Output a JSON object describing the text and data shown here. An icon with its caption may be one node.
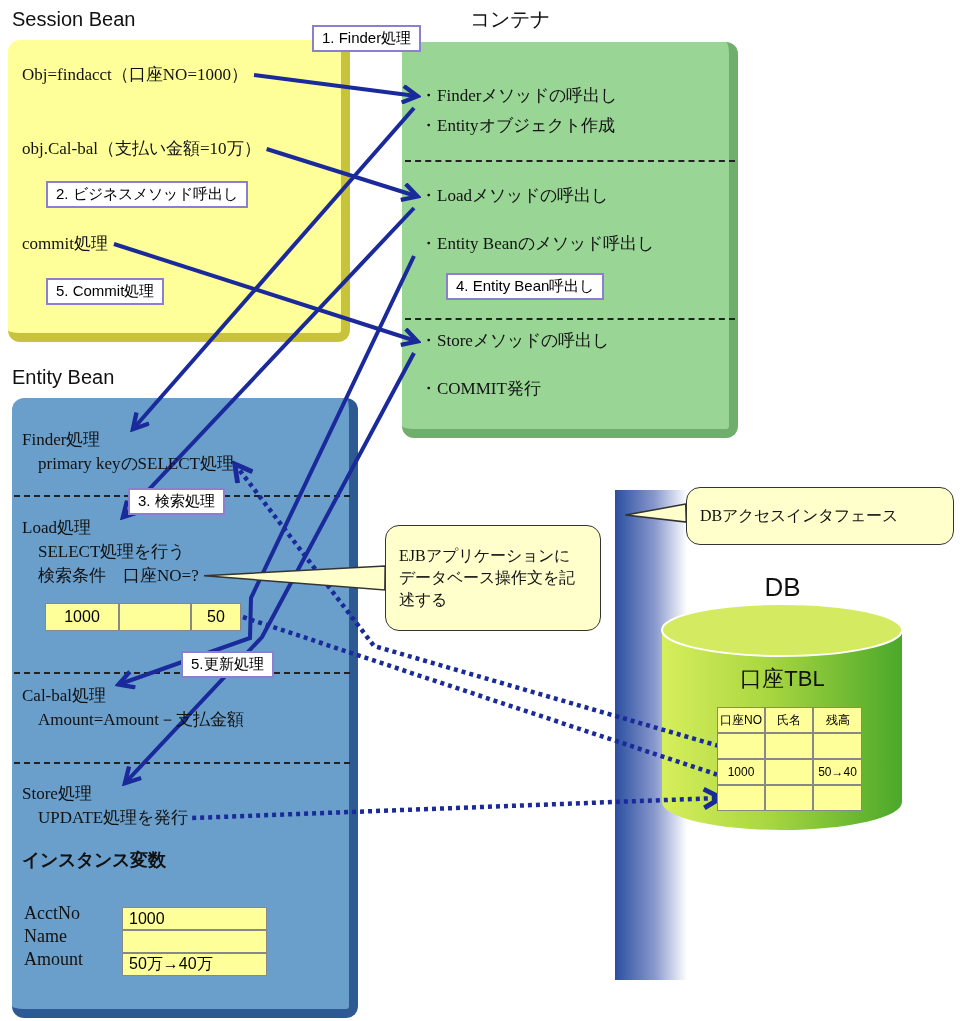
{
  "diagram": {
    "nodes": [
      {
        "text": [
          "Session Bean"
        ]
      },
      {
        "text": [
          "Obj=findacct（口座NO=1000）"
        ],
        "in": 0
      },
      {
        "text": [
          "obj.Cal-bal（支払い金額=10万）"
        ],
        "in": 0
      },
      {
        "text": [
          "commit処理"
        ],
        "in": 0
      },
      {
        "text": [
          "コンテナ"
        ]
      },
      {
        "text": [
          "・Finderメソッドの呼出し"
        ],
        "in": 4
      },
      {
        "text": [
          "・Entityオブジェクト作成"
        ],
        "in": 4
      },
      {
        "text": [
          "・Loadメソッドの呼出し"
        ],
        "in": 4
      },
      {
        "text": [
          "・Entity Beanのメソッド呼出し"
        ],
        "in": 4
      },
      {
        "text": [
          "・Storeメソッドの呼出し"
        ],
        "in": 4
      },
      {
        "text": [
          "・COMMIT発行"
        ],
        "in": 4
      },
      {
        "text": [
          "Entity Bean"
        ]
      },
      {
        "text": [
          "Finder処理",
          "primary keyのSELECT処理"
        ],
        "in": 11
      },
      {
        "text": [
          "Load処理",
          "SELECT処理を行う",
          "検索条件　口座NO=?"
        ],
        "in": 11
      },
      {
        "text": [
          "1000",
          "50"
        ],
        "in": 11
      },
      {
        "text": [
          "Cal-bal処理",
          "Amount=Amount－支払金額"
        ],
        "in": 11
      },
      {
        "text": [
          "Store処理",
          "UPDATE処理を発行"
        ],
        "in": 11
      },
      {
        "text": [
          "DBアクセスインタフェース"
        ]
      },
      {
        "text": [
          "EJBアプリケーションにデータベース操作文を記述する"
        ]
      },
      {
        "text": [
          "DB",
          "口座TBL"
        ]
      },
      {
        "text": [
          "口座NO",
          "氏名",
          "残高"
        ],
        "in": 19
      },
      {
        "text": [],
        "shape": "box",
        "in": 19
      },
      {
        "text": [
          "1000",
          "50→40"
        ],
        "in": 19
      },
      {
        "text": [],
        "shape": "box",
        "in": 19
      }
    ],
    "edges": [
      {
        "from": 1,
        "to": 5,
        "arrow": "to",
        "label": "1. Finder処理"
      },
      {
        "from": 2,
        "to": 7,
        "arrow": "to",
        "label": "2. ビジネスメソッド呼出し"
      },
      {
        "from": 3,
        "to": 9,
        "arrow": "to",
        "label": "5. Commit処理"
      },
      {
        "from": 5,
        "to": 12,
        "arrow": "to"
      },
      {
        "from": 7,
        "to": 13,
        "arrow": "to",
        "label": "3. 検索処理"
      },
      {
        "from": 8,
        "to": 15,
        "arrow": "to",
        "label": "4. Entity Bean呼出し"
      },
      {
        "from": 9,
        "to": 16,
        "arrow": "to",
        "label": "5.更新処理"
      },
      {
        "from": 21,
        "to": 12,
        "arrow": "to",
        "style": "dashed"
      },
      {
        "from": 14,
        "to": 22,
        "arrow": "none",
        "style": "dashed"
      },
      {
        "from": 16,
        "to": 23,
        "arrow": "to",
        "style": "dashed"
      },
      {
        "from": 17,
        "to": null,
        "arrow": "to"
      },
      {
        "from": 18,
        "to": 13,
        "arrow": "to"
      }
    ],
    "labels": [
      "インスタンス変数",
      "AcctNo",
      "Name",
      "Amount",
      "1000",
      "50万→40万"
    ]
  }
}
